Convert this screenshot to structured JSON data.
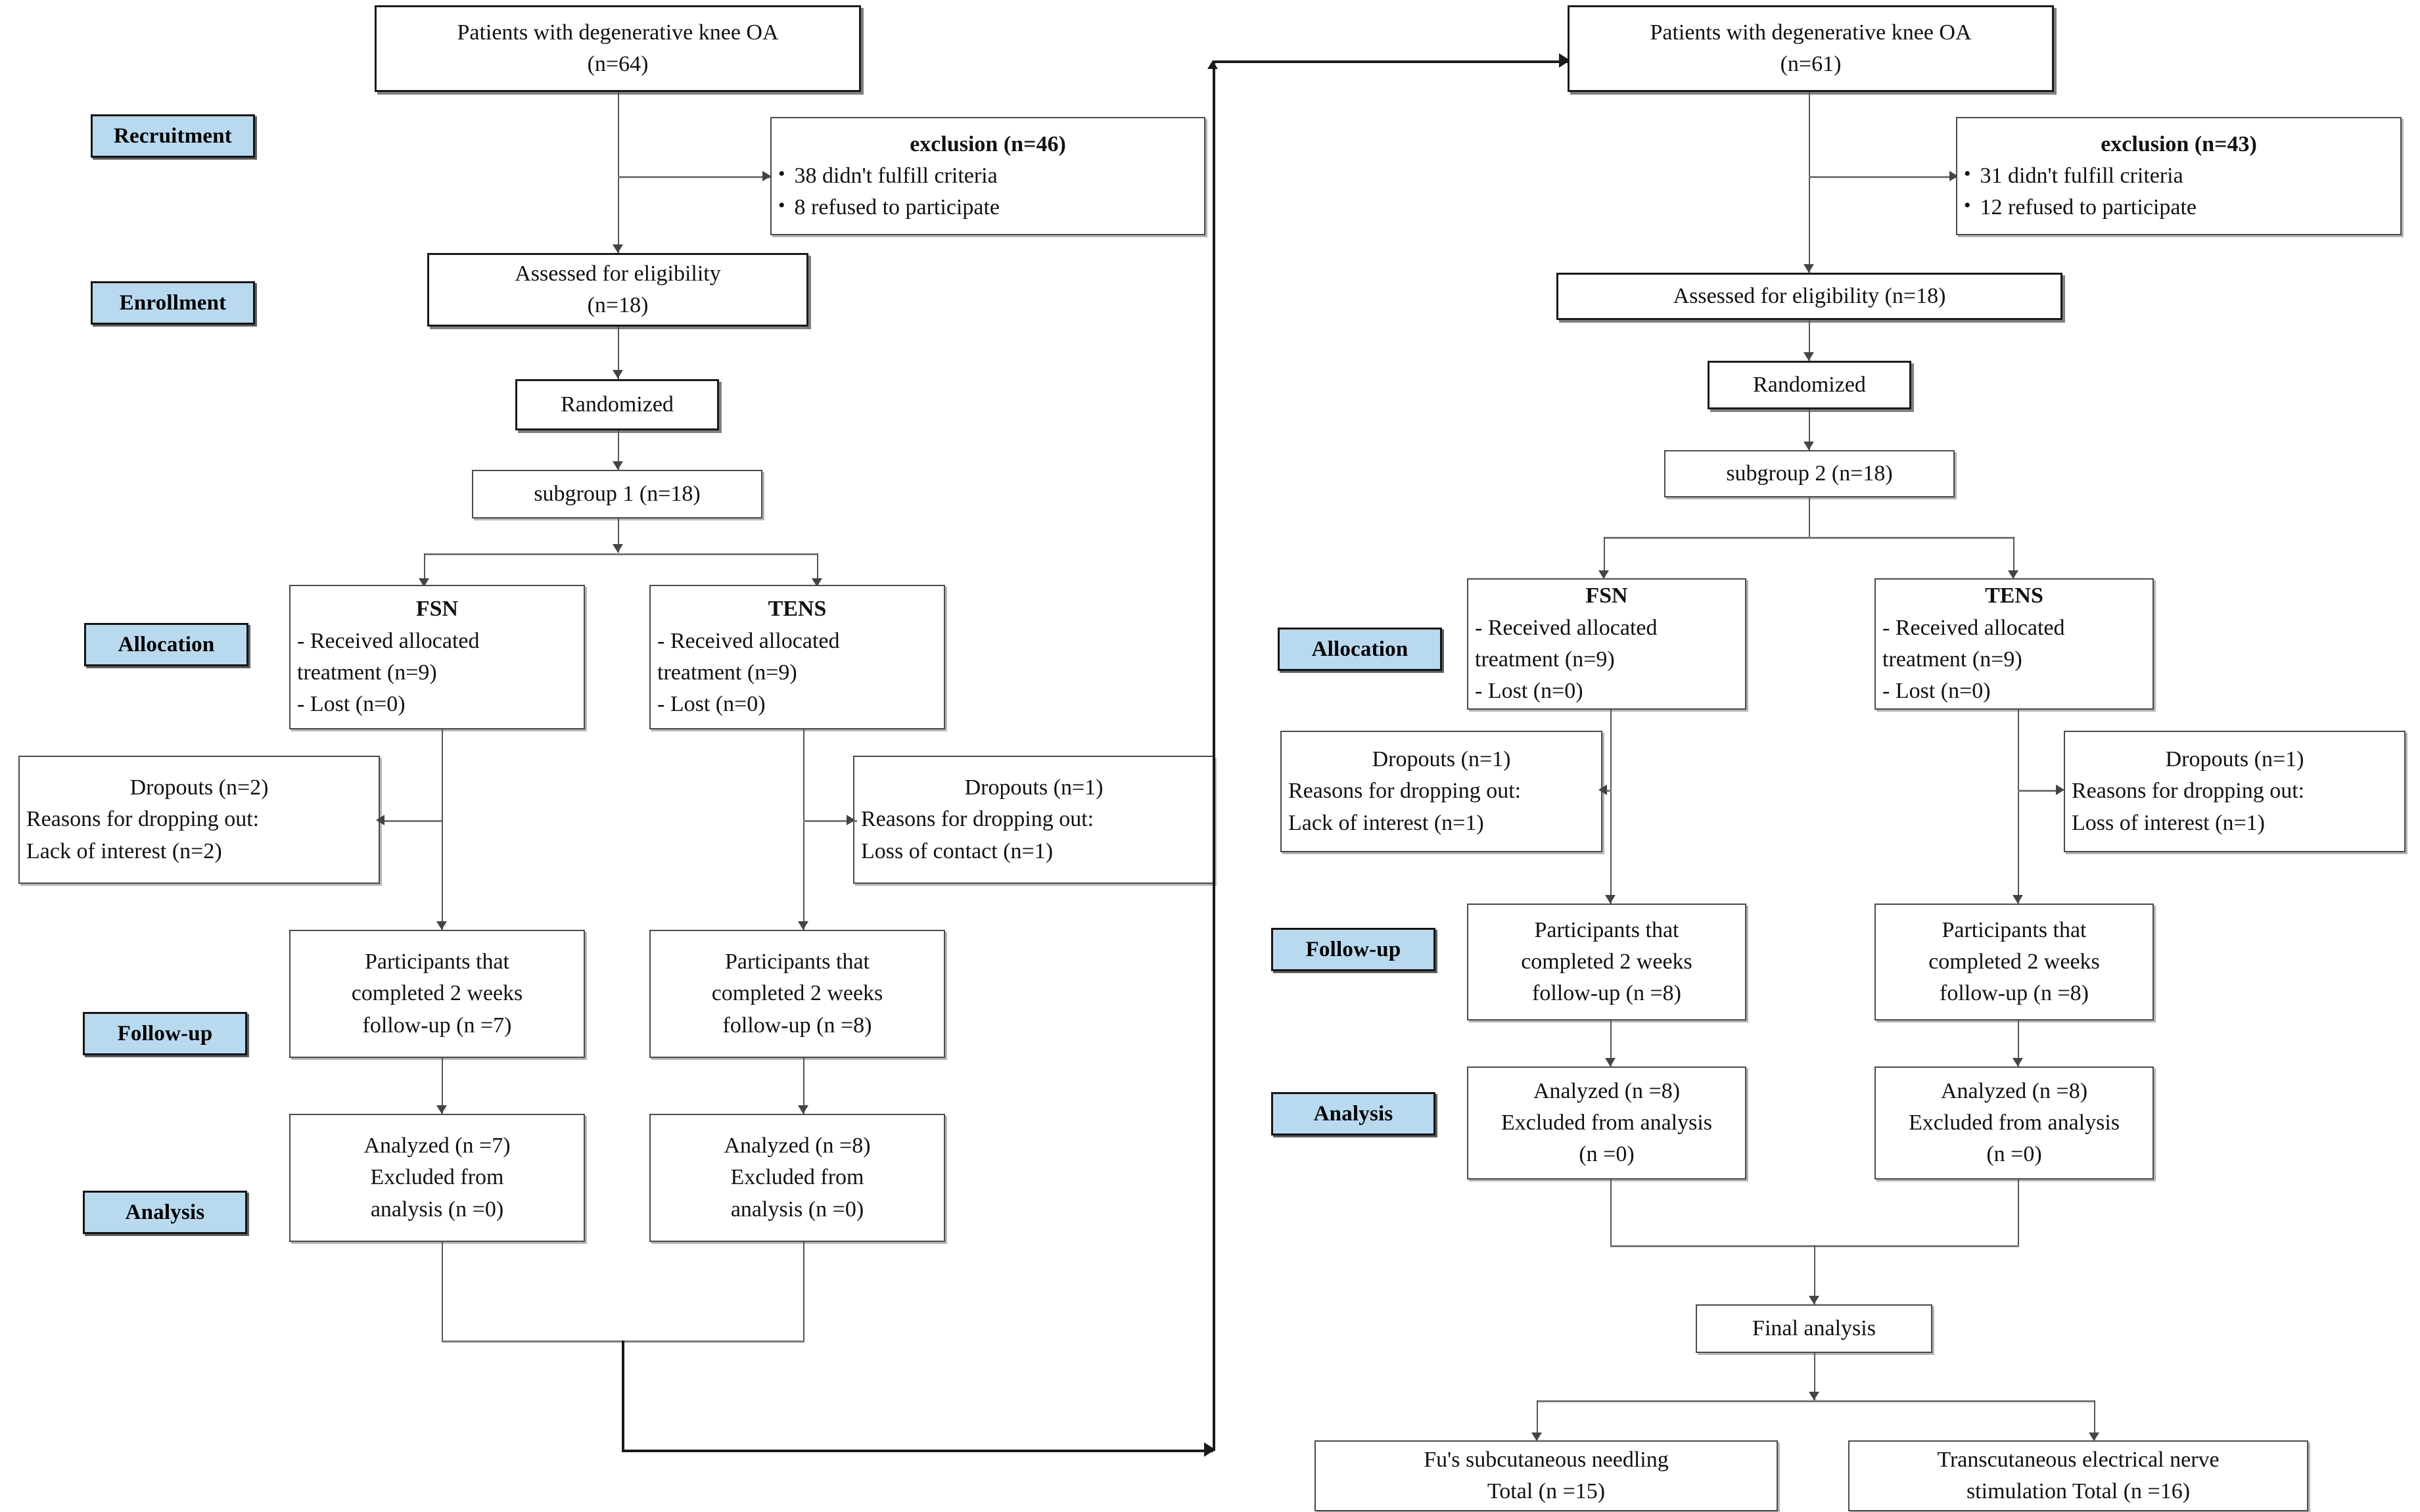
{
  "diagram": {
    "title": "CONSORT participant flow diagram",
    "accent_color": "#b9d9ef",
    "line_color": "#555555"
  },
  "stage_labels": {
    "recruitment": "Recruitment",
    "enrollment": "Enrollment",
    "allocation": "Allocation",
    "followup": "Follow-up",
    "analysis": "Analysis"
  },
  "phase1": {
    "source": {
      "line1": "Patients with degenerative knee OA",
      "line2": "(n=64)"
    },
    "exclusion": {
      "heading": "exclusion (n=46)",
      "items": [
        "38 didn't fulfill criteria",
        "8 refused to participate"
      ]
    },
    "assessed": {
      "line1": "Assessed for eligibility",
      "line2": "(n=18)"
    },
    "randomized": "Randomized",
    "subgroup": "subgroup 1 (n=18)",
    "arms": [
      {
        "title": "FSN",
        "lines": [
          "- Received allocated",
          "treatment (n=9)",
          "- Lost (n=0)"
        ],
        "dropouts": [
          "Dropouts (n=2)",
          "Reasons for dropping out:",
          "Lack of interest (n=2)"
        ],
        "followup": [
          "Participants that",
          "completed 2 weeks",
          "follow-up (n =7)"
        ],
        "analysis": [
          "Analyzed (n =7)",
          "Excluded from",
          "analysis (n =0)"
        ]
      },
      {
        "title": "TENS",
        "lines": [
          "- Received allocated",
          "treatment (n=9)",
          "- Lost (n=0)"
        ],
        "dropouts": [
          "Dropouts (n=1)",
          "Reasons for dropping out:",
          "Loss of contact (n=1)"
        ],
        "followup": [
          "Participants that",
          "completed 2 weeks",
          "follow-up (n =8)"
        ],
        "analysis": [
          "Analyzed (n =8)",
          "Excluded from",
          "analysis (n =0)"
        ]
      }
    ]
  },
  "phase2": {
    "source": {
      "line1": "Patients with degenerative knee OA",
      "line2": "(n=61)"
    },
    "exclusion": {
      "heading": "exclusion (n=43)",
      "items": [
        "31 didn't fulfill criteria",
        "12 refused to participate"
      ]
    },
    "assessed": "Assessed for eligibility (n=18)",
    "randomized": "Randomized",
    "subgroup": "subgroup 2 (n=18)",
    "arms": [
      {
        "title": "FSN",
        "lines": [
          "- Received allocated",
          "treatment (n=9)",
          "- Lost (n=0)"
        ],
        "dropouts": [
          "Dropouts (n=1)",
          "Reasons for dropping out:",
          "Lack of interest (n=1)"
        ],
        "followup": [
          "Participants that",
          "completed 2 weeks",
          "follow-up (n =8)"
        ],
        "analysis": [
          "Analyzed (n =8)",
          "Excluded from analysis",
          "(n =0)"
        ]
      },
      {
        "title": "TENS",
        "lines": [
          "- Received allocated",
          "treatment (n=9)",
          "- Lost (n=0)"
        ],
        "dropouts": [
          "Dropouts (n=1)",
          "Reasons for dropping out:",
          "Loss of interest  (n=1)"
        ],
        "followup": [
          "Participants that",
          "completed 2 weeks",
          "follow-up (n =8)"
        ],
        "analysis": [
          "Analyzed (n =8)",
          "Excluded from analysis",
          "(n =0)"
        ]
      }
    ],
    "final_analysis": "Final analysis",
    "totals": [
      {
        "line1": "Fu's subcutaneous needling",
        "line2": "Total (n =15)"
      },
      {
        "line1": "Transcutaneous electrical nerve",
        "line2": "stimulation Total (n =16)"
      }
    ]
  }
}
